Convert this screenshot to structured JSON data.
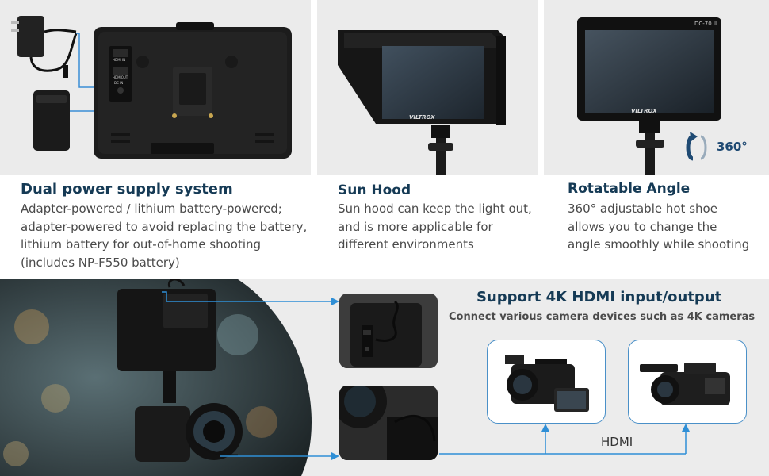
{
  "features": [
    {
      "title": "Dual power supply system",
      "lines": [
        "Adapter-powered / lithium battery-powered;",
        "adapter-powered to avoid replacing the battery,",
        "lithium battery for out-of-home shooting",
        "(includes NP-F550 battery)"
      ]
    },
    {
      "title": "Sun Hood",
      "lines": [
        "Sun hood can keep the light out,",
        "and is more applicable for",
        "different environments"
      ]
    },
    {
      "title": "Rotatable Angle",
      "lines": [
        "360° adjustable hot shoe",
        "allows you to change the",
        "angle smoothly while shooting"
      ]
    }
  ],
  "monitor_back_labels": {
    "hdmi_in": "HDMI IN",
    "hdmi_out": "HDMIOUT",
    "dc_in": "DC IN"
  },
  "brand_mark": "VILTROX",
  "model_mark": "DC-70 II",
  "rotate_label": "360°",
  "hdmi_section": {
    "title": "Support 4K HDMI input/output",
    "subtitle": "Connect various camera devices such as 4K cameras",
    "cable_label": "HDMI"
  },
  "colors": {
    "heading": "#153a55",
    "body": "#4a4a4a",
    "panel": "#ebebeb",
    "accent_blue": "#2f8fd6"
  }
}
